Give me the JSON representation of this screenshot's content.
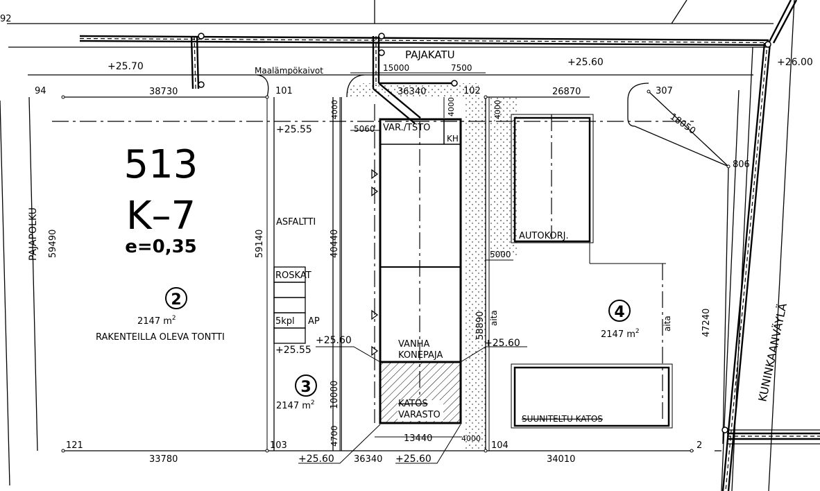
{
  "block": {
    "number": "513",
    "zoning": "K–7",
    "efficiency": "e=0,35"
  },
  "streets": {
    "north": "PAJAKATU",
    "west": "PAJAPOLKU",
    "east": "KUNINKAANVÄYLÄ"
  },
  "labels": {
    "geothermal_wells": "Maalämpökaivot",
    "asphalt": "ASFALTTI",
    "bins": "ROSKAT",
    "parking": "5kpl",
    "parking_ap": "AP",
    "storage_workshop": "VAR./TSTO",
    "kh": "KH",
    "auto_repair": "AUTOKORJ.",
    "old_machine_shop_line1": "VANHA",
    "old_machine_shop_line2": "KONEPAJA",
    "shelter_struck": "KATOS",
    "warehouse": "VARASTO",
    "planned_shelter": "SUUNITELTU KATOS",
    "under_construction": "RAKENTEILLA OLEVA TONTTI",
    "fence_1": "aita",
    "fence_2": "aita"
  },
  "plots": {
    "p2": {
      "number": "2",
      "area_value": "2147",
      "area_unit": "m",
      "area_sup": "2"
    },
    "p3": {
      "number": "3",
      "area_value": "2147",
      "area_unit": "m",
      "area_sup": "2"
    },
    "p4": {
      "number": "4",
      "area_value": "2147",
      "area_unit": "m",
      "area_sup": "2"
    }
  },
  "elevations": {
    "e1": "+25.70",
    "e2": "+25.60",
    "e3": "+26.00",
    "e4": "+25.55",
    "e5": "+25.60",
    "e6": "+25.55",
    "e7": "+25.60",
    "e8": "+25.60",
    "e9": "+25.60"
  },
  "points": {
    "p94": "94",
    "p101": "101",
    "p102": "102",
    "p307": "307",
    "p806": "806",
    "p121": "121",
    "p103": "103",
    "p104": "104",
    "p2": "2",
    "p92": "92"
  },
  "dimensions": {
    "d38730": "38730",
    "d36340_top": "36340",
    "d26870": "26870",
    "d18050": "18050",
    "d15000": "15000",
    "d7500": "7500",
    "d4000_a": "4000",
    "d4000_b": "4000",
    "d4000_c": "4000",
    "d4000_d": "4000",
    "d5060": "5060",
    "d59490": "59490",
    "d59140": "59140",
    "d40440": "40440",
    "d10000": "10000",
    "d4700": "4700",
    "d13440": "13440",
    "d58890": "58890",
    "d5000": "5000",
    "d47240": "47240",
    "d33780": "33780",
    "d36340_bottom": "36340",
    "d34010": "34010"
  }
}
